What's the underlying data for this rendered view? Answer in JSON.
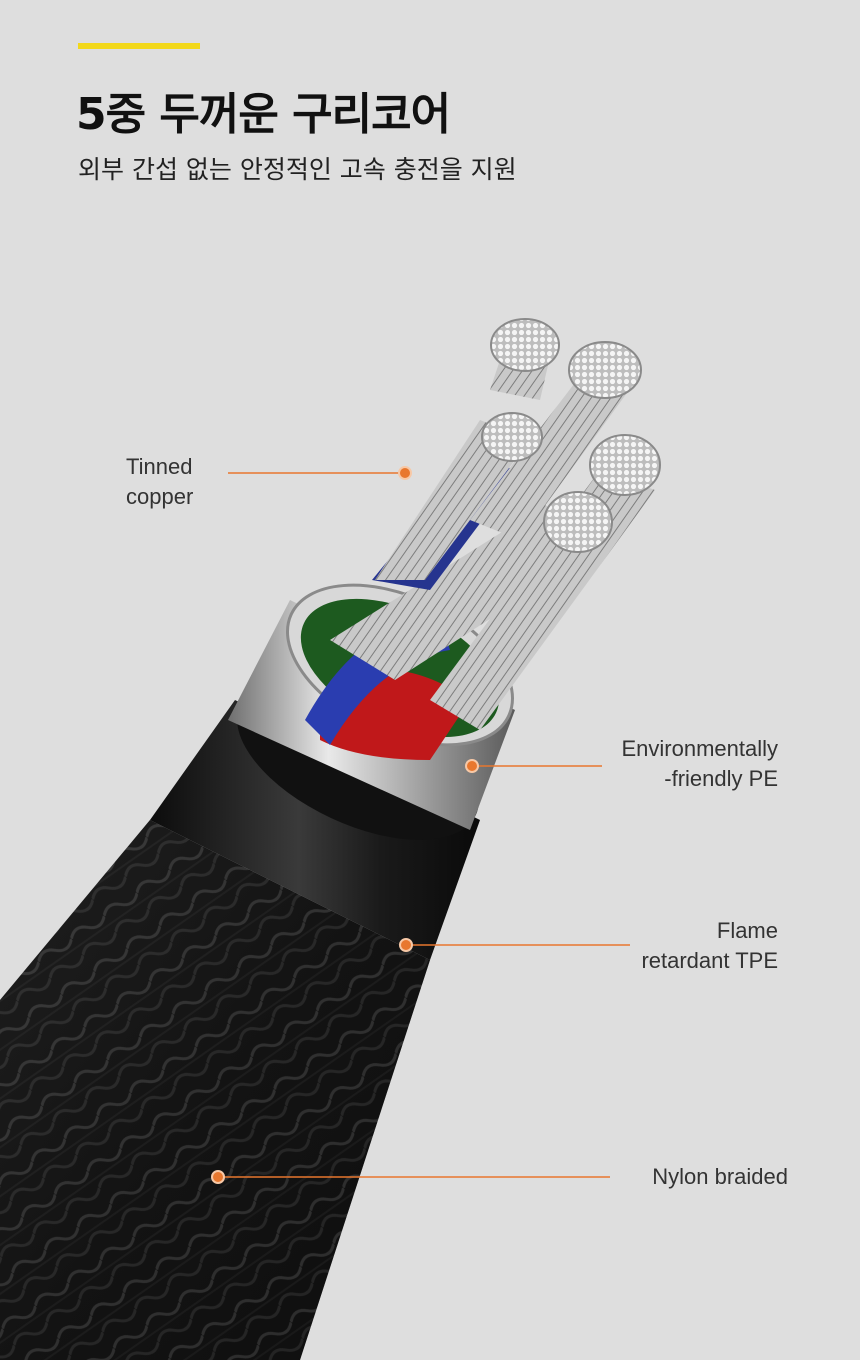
{
  "header": {
    "title": "5중 두꺼운 구리코어",
    "subtitle": "외부 간섭 없는 안정적인 고속 충전을 지원"
  },
  "callouts": {
    "tinned_copper": {
      "line1": "Tinned",
      "line2": "copper"
    },
    "pe": {
      "line1": "Environmentally",
      "line2": "-friendly PE"
    },
    "tpe": {
      "line1": "Flame",
      "line2": "retardant TPE"
    },
    "nylon": {
      "line1": "Nylon braided"
    }
  },
  "colors": {
    "accent": "#f2d81a",
    "callout_line": "#e8772e",
    "background": "#dedede"
  }
}
